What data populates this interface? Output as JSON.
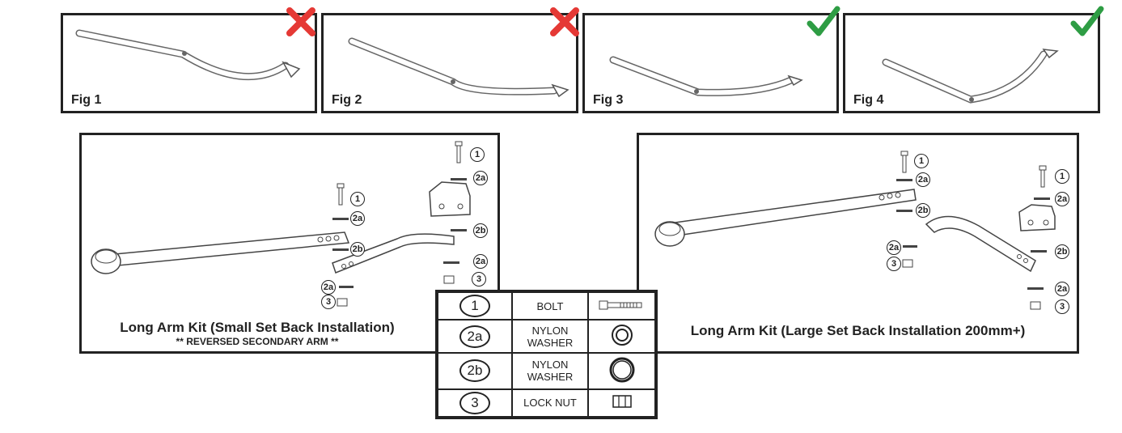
{
  "figures": [
    {
      "label": "Fig 1",
      "status": "incorrect",
      "mark_color": "#e53935"
    },
    {
      "label": "Fig 2",
      "status": "incorrect",
      "mark_color": "#e53935"
    },
    {
      "label": "Fig 3",
      "status": "correct",
      "mark_color": "#2e9d44"
    },
    {
      "label": "Fig 4",
      "status": "correct",
      "mark_color": "#2e9d44"
    }
  ],
  "kits": {
    "small": {
      "title": "Long Arm Kit (Small Set Back Installation)",
      "subtitle": "** REVERSED SECONDARY ARM **",
      "callouts": [
        "1",
        "2a",
        "2b",
        "2a",
        "3",
        "1",
        "2a",
        "2b",
        "2a",
        "3"
      ]
    },
    "large": {
      "title": "Long Arm Kit (Large Set Back Installation 200mm+)",
      "callouts": [
        "1",
        "2a",
        "2b",
        "2a",
        "3",
        "1",
        "2a",
        "2b",
        "2a",
        "3"
      ]
    }
  },
  "legend": [
    {
      "num": "1",
      "name": "BOLT",
      "icon": "bolt-icon"
    },
    {
      "num": "2a",
      "name": "NYLON WASHER",
      "icon": "washer-thin-icon"
    },
    {
      "num": "2b",
      "name": "NYLON WASHER",
      "icon": "washer-thick-icon"
    },
    {
      "num": "3",
      "name": "LOCK NUT",
      "icon": "lock-nut-icon"
    }
  ]
}
